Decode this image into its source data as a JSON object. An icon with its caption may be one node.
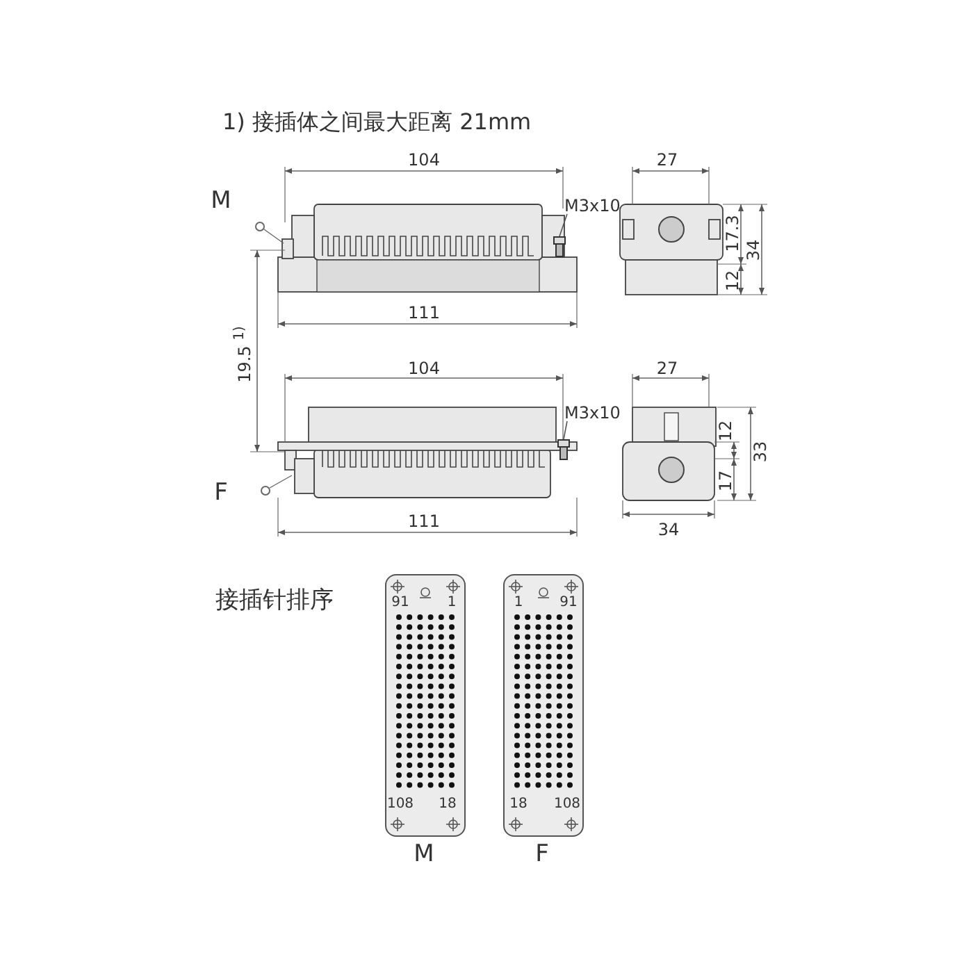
{
  "diagram": {
    "nodes": [
      {
        "text": [
          "M3x10"
        ]
      },
      {
        "text": [],
        "shape": "picture"
      },
      {
        "text": [
          "M3x10"
        ]
      },
      {
        "text": [],
        "shape": "picture"
      },
      {
        "text": [
          "91",
          "1",
          "108",
          "18"
        ],
        "beside": [
          "M"
        ]
      },
      {
        "text": [
          "1",
          "91",
          "18",
          "108"
        ],
        "beside": [
          "F"
        ]
      }
    ],
    "edges": [
      {
        "from": 0,
        "to": 1,
        "arrow": "none"
      },
      {
        "from": 2,
        "to": 3,
        "arrow": "none"
      }
    ],
    "labels": [
      "1) 接插体之间最大距离 21mm",
      "M",
      "104",
      "27",
      "17.3",
      "34",
      "12",
      "19.5 $^{1)}$",
      "111",
      "104",
      "27",
      "12",
      "33",
      "17",
      "F",
      "111",
      "34",
      "接插针排序"
    ]
  }
}
